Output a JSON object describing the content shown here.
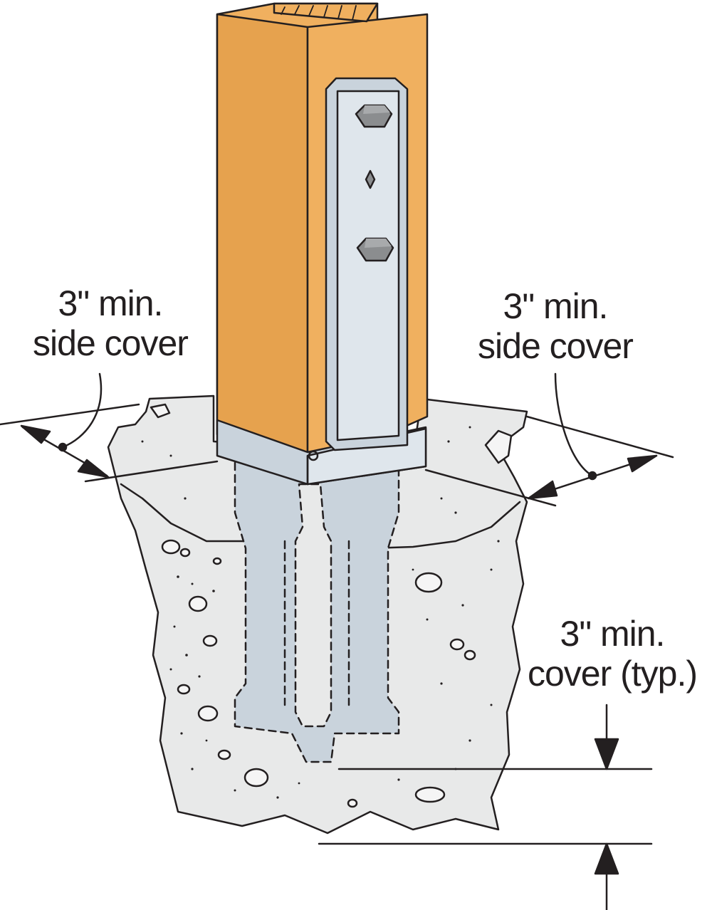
{
  "labels": {
    "left_side_cover": {
      "line1": "3\" min.",
      "line2": "side cover"
    },
    "right_side_cover": {
      "line1": "3\" min.",
      "line2": "side cover"
    },
    "bottom_cover": {
      "line1": "3\" min.",
      "line2": "cover (typ.)"
    }
  },
  "colors": {
    "wood": "#f0b05f",
    "wood_shade": "#e6a24e",
    "steel": "#c9d3dc",
    "steel_light": "#dfe6ec",
    "concrete": "#e8e9e9",
    "line": "#231f20",
    "bolt": "#8b8d8f"
  }
}
